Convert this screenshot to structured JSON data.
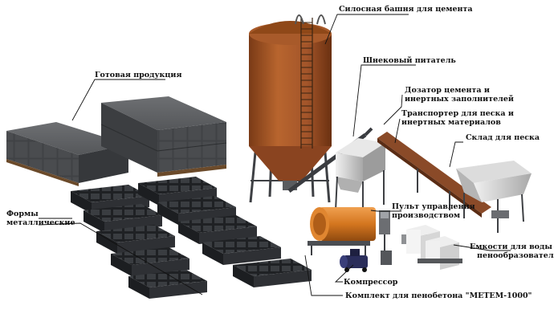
{
  "labels": {
    "silo": "Силосная башня для  цемента",
    "finished": "Готовая продукция",
    "screw": "Шнековый питатель",
    "doser_1": "Дозатор цемента и",
    "doser_2": "инертных заполнителей",
    "transporter_1": "Транспортер для песка и",
    "transporter_2": "инертных материалов",
    "sand": "Склад для  песка",
    "forms_1": "Формы",
    "forms_2": "металлические",
    "control_1": "Пульт управления",
    "control_2": "производством",
    "tanks_1": "Емкости для воды и",
    "tanks_2": "пенообразователя",
    "compressor": "Компрессор",
    "kit": "Комплект для пенобетона \"МЕТЕМ-1000\""
  },
  "colors": {
    "silo": "#a85a2a",
    "silo_dark": "#6e3514",
    "mixer": "#d4761f",
    "block": "#3f4042",
    "block_light": "#5a5c5f",
    "frame": "#4a4d52",
    "form": "#2b2d30",
    "hopper": "#d2d2d2",
    "belt": "#7a3e22"
  },
  "icons": {
    "silo": "silo-tower-icon",
    "finished": "block-stack-icon",
    "forms": "metal-form-icon",
    "mixer": "mixer-drum-icon",
    "compressor": "compressor-icon",
    "tanks": "water-tank-icon",
    "sand": "sand-hopper-icon",
    "doser": "doser-hopper-icon",
    "control": "control-panel-icon"
  }
}
